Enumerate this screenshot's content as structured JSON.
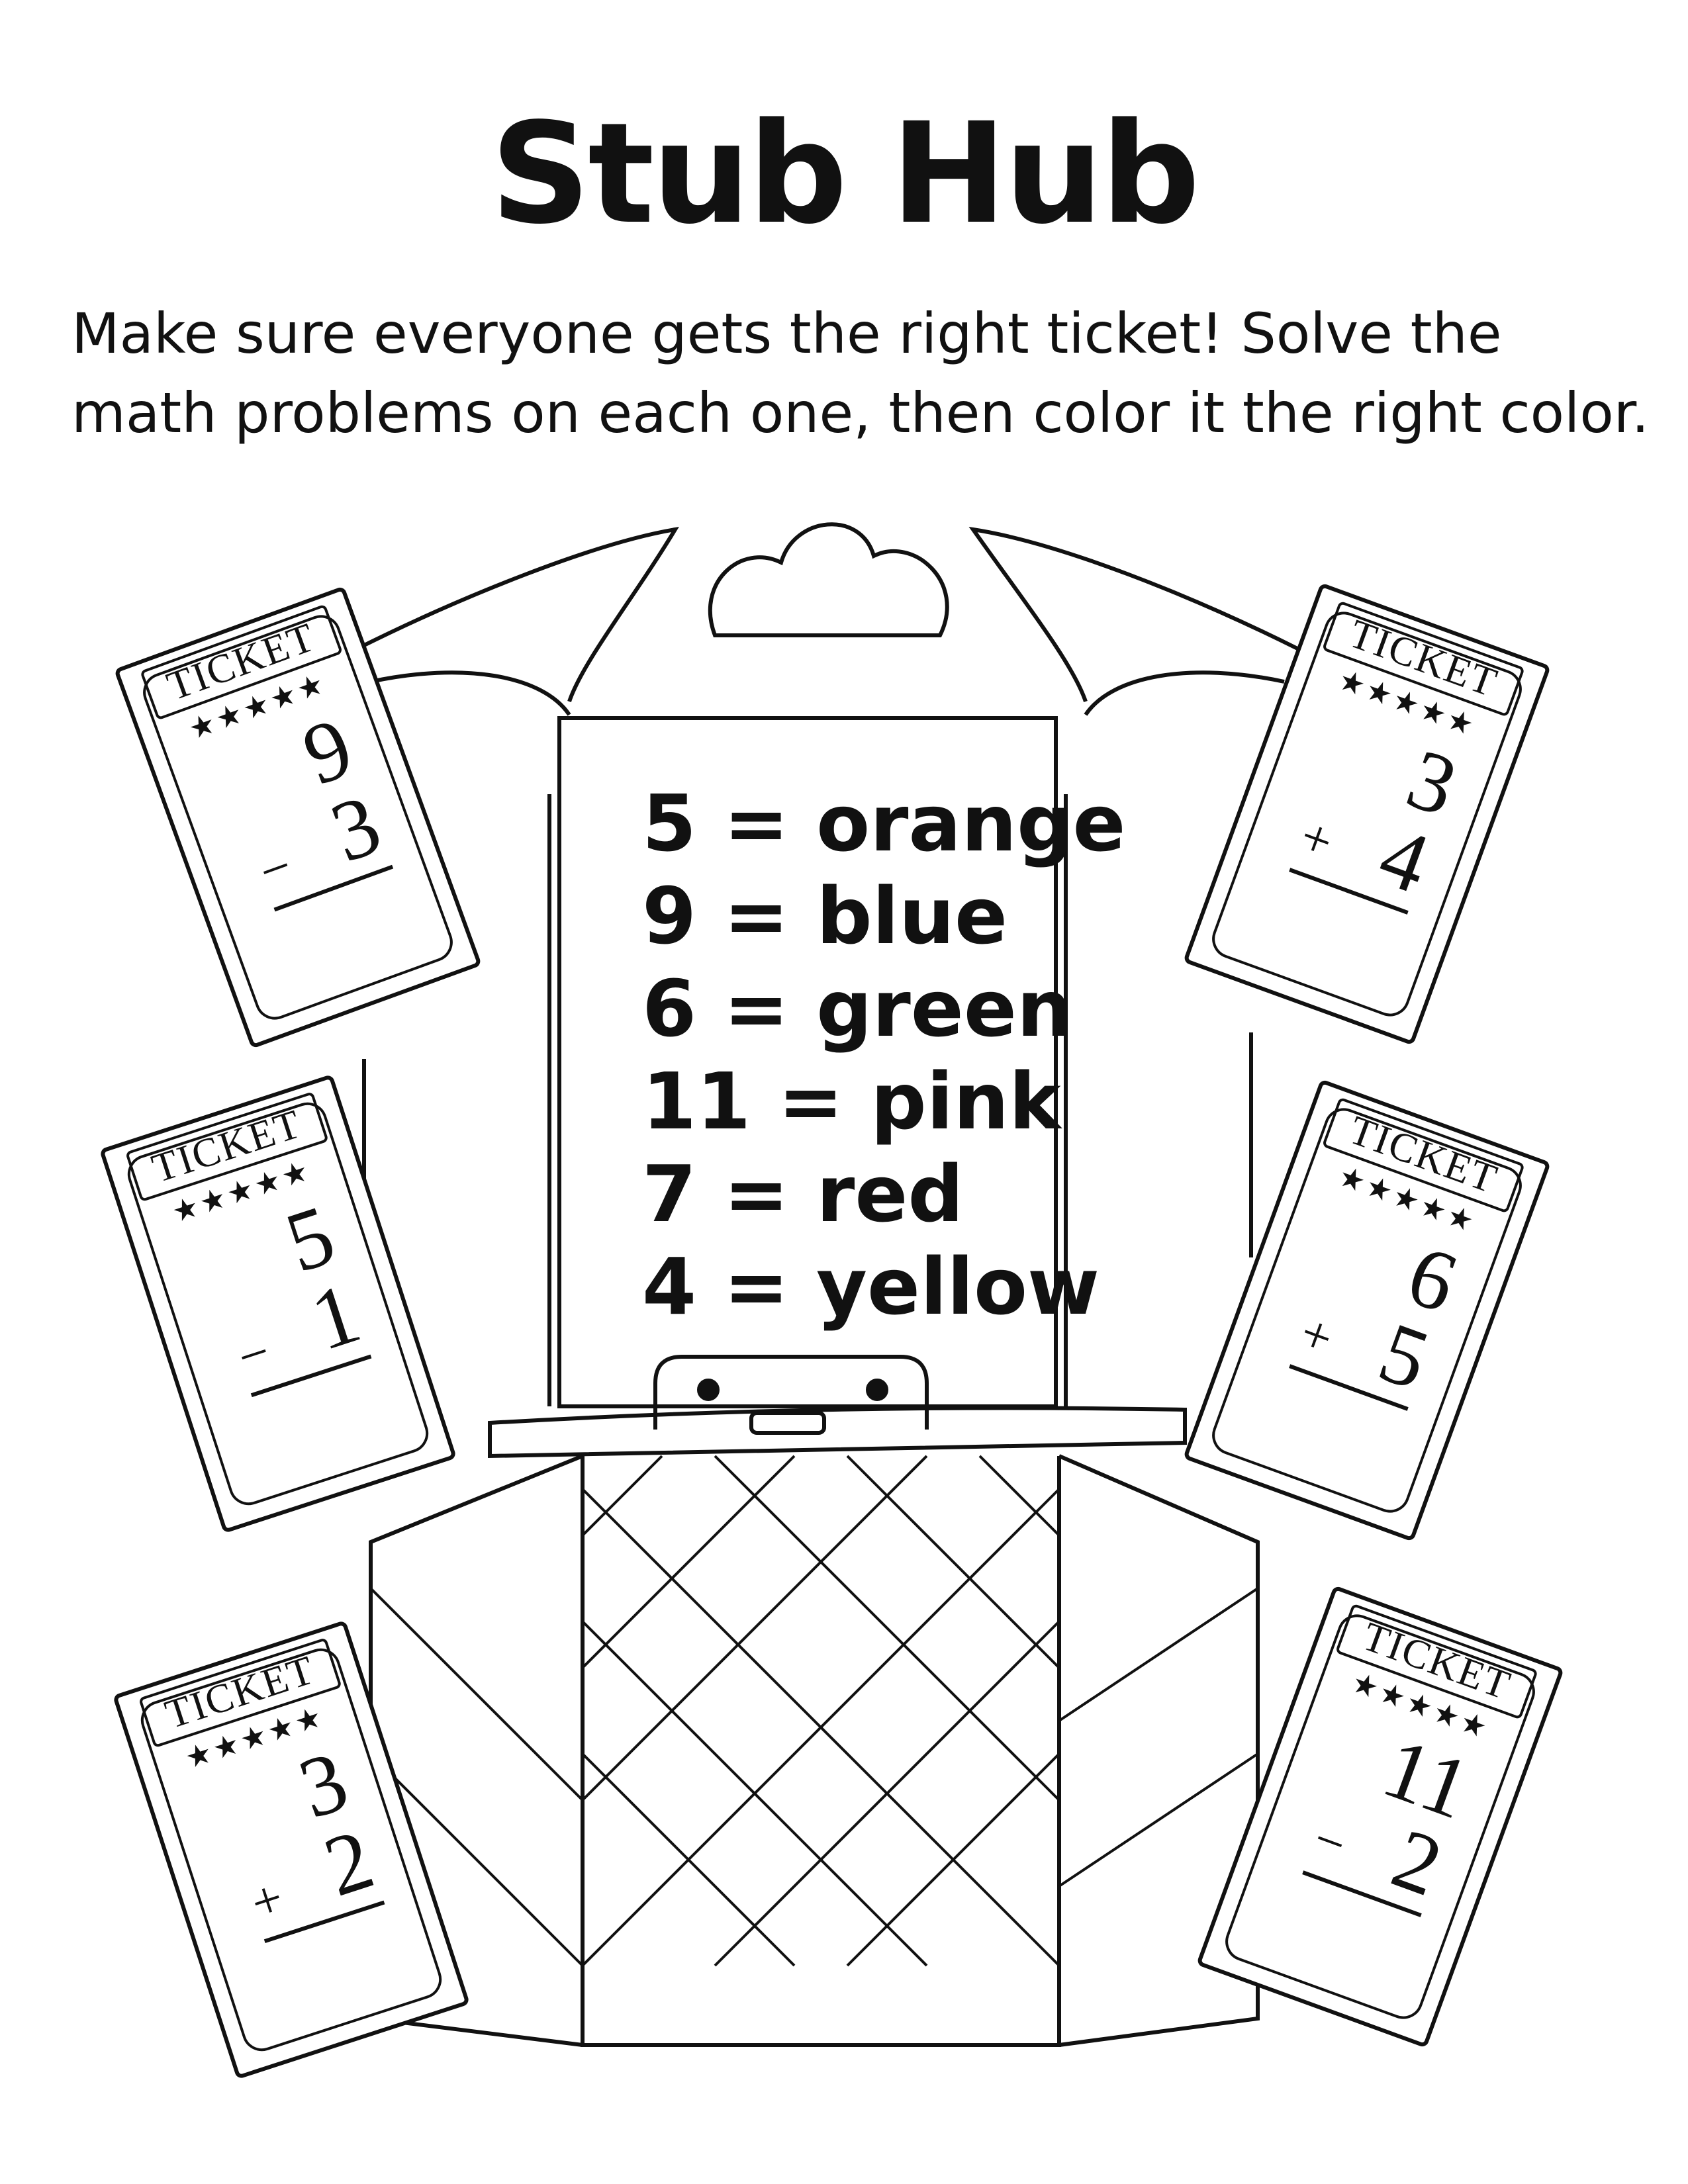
{
  "title": "Stub Hub",
  "instructions": [
    "Make sure everyone gets the right ticket! Solve the",
    "math problems on each one, then color it the right color."
  ],
  "color_key": [
    "5 = orange",
    "9 = blue",
    "6 = green",
    "11 = pink",
    "7 = red",
    "4 = yellow"
  ],
  "tickets": [
    {
      "label": "TICKET",
      "stars": "★★★★★",
      "top": "9",
      "operator": "−",
      "bottom": "3"
    },
    {
      "label": "TICKET",
      "stars": "★★★★★",
      "top": "5",
      "operator": "−",
      "bottom": "1"
    },
    {
      "label": "TICKET",
      "stars": "★★★★★",
      "top": "3",
      "operator": "+",
      "bottom": "2"
    },
    {
      "label": "TICKET",
      "stars": "★★★★★",
      "top": "3",
      "operator": "+",
      "bottom": "4"
    },
    {
      "label": "TICKET",
      "stars": "★★★★★",
      "top": "6",
      "operator": "+",
      "bottom": "5"
    },
    {
      "label": "TICKET",
      "stars": "★★★★★",
      "top": "11",
      "operator": "−",
      "bottom": "2"
    }
  ]
}
